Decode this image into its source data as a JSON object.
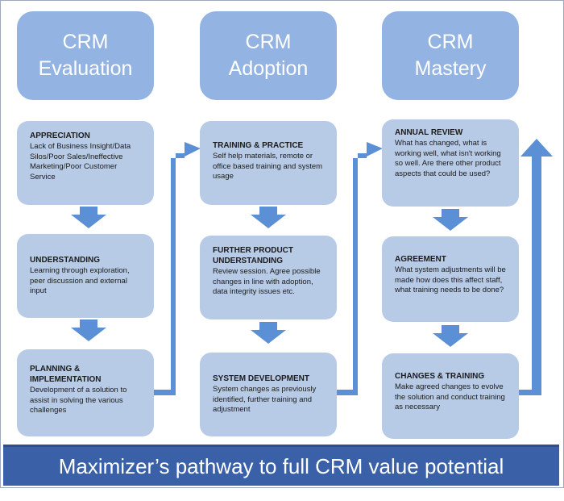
{
  "columns": [
    {
      "header": {
        "line1": "CRM",
        "line2": "Evaluation"
      },
      "steps": [
        {
          "title": "APPRECIATION",
          "desc": "Lack of Business Insight/Data Silos/Poor Sales/Ineffective Marketing/Poor Customer Service"
        },
        {
          "title": "UNDERSTANDING",
          "desc": "Learning through exploration, peer discussion and external input"
        },
        {
          "title": "PLANNING & IMPLEMENTATION",
          "desc": "Development of a solution to assist in solving the various challenges"
        }
      ]
    },
    {
      "header": {
        "line1": "CRM",
        "line2": "Adoption"
      },
      "steps": [
        {
          "title": "TRAINING & PRACTICE",
          "desc": "Self help materials, remote or office based training and system usage"
        },
        {
          "title": "FURTHER PRODUCT UNDERSTANDING",
          "desc": "Review session. Agree possible changes in line with adoption, data integrity issues etc."
        },
        {
          "title": "SYSTEM DEVELOPMENT",
          "desc": "System changes as previously identified, further training and adjustment"
        }
      ]
    },
    {
      "header": {
        "line1": "CRM",
        "line2": "Mastery"
      },
      "steps": [
        {
          "title": "ANNUAL REVIEW",
          "desc": "What has changed, what is working well, what isn't working so well. Are there other product aspects that could be used?"
        },
        {
          "title": "AGREEMENT",
          "desc": "What system adjustments will be made how does this affect staff, what training needs to be done?"
        },
        {
          "title": "CHANGES & TRAINING",
          "desc": "Make agreed changes to evolve the solution and conduct training as necessary"
        }
      ]
    }
  ],
  "footer": "Maximizer’s pathway to full CRM value potential",
  "colors": {
    "header_fill": "#93b4e2",
    "box_fill": "#b7cbe6",
    "arrow_fill": "#5b8fd6",
    "footer_fill": "#3a61a8"
  }
}
